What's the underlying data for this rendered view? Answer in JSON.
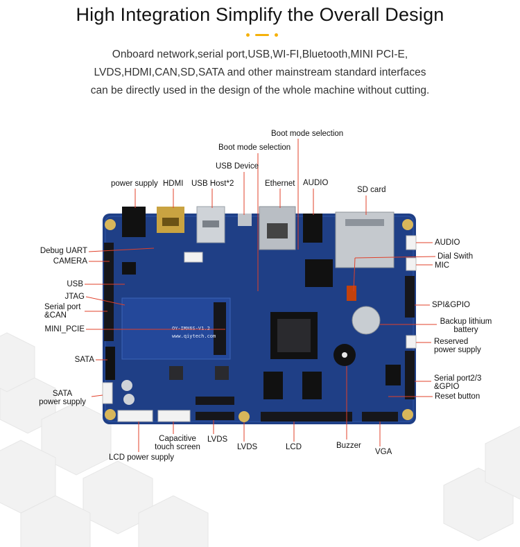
{
  "header": {
    "title": "High Integration Simplify the Overall Design",
    "description_lines": [
      "Onboard network,serial port,USB,WI-FI,Bluetooth,MINI PCI-E,",
      "LVDS,HDMI,CAN,SD,SATA and other mainstream standard interfaces",
      "can be directly used in the design of the whole machine without cutting."
    ]
  },
  "board": {
    "silkscreen_model": "OY-IMX6S-V1.2",
    "silkscreen_url": "www.qiytech.com"
  },
  "labels": {
    "boot_mode_top": "Boot mode selection",
    "boot_mode_second": "Boot mode selection",
    "usb_device": "USB Device",
    "power_supply": "power supply",
    "hdmi": "HDMI",
    "usb_host": "USB Host*2",
    "ethernet": "Ethernet",
    "audio_top": "AUDIO",
    "sd_card": "SD card",
    "debug_uart": "Debug UART",
    "camera": "CAMERA",
    "usb_left": "USB",
    "jtag": "JTAG",
    "serial_can_1": "Serial port",
    "serial_can_2": "&CAN",
    "mini_pcie": "MINI_PCIE",
    "sata": "SATA",
    "sata_power_1": "SATA",
    "sata_power_2": "power supply",
    "audio_right": "AUDIO",
    "dial_switch": "Dial Swith",
    "mic": "MIC",
    "spi_gpio": "SPI&GPIO",
    "backup_battery_1": "Backup lithium",
    "backup_battery_2": "battery",
    "reserved_power_1": "Reserved",
    "reserved_power_2": "power supply",
    "serial_23_1": "Serial port2/3",
    "serial_23_2": "&GPIO",
    "reset_button": "Reset button",
    "capacitive_1": "Capacitive",
    "capacitive_2": "touch screen",
    "lcd_power": "LCD power supply",
    "lvds_1": "LVDS",
    "lvds_2": "LVDS",
    "lcd": "LCD",
    "buzzer": "Buzzer",
    "vga": "VGA"
  },
  "colors": {
    "accent": "#f5b10a",
    "pcb": "#1f3f86",
    "leader_line": "#e0402a",
    "text": "#111111"
  }
}
